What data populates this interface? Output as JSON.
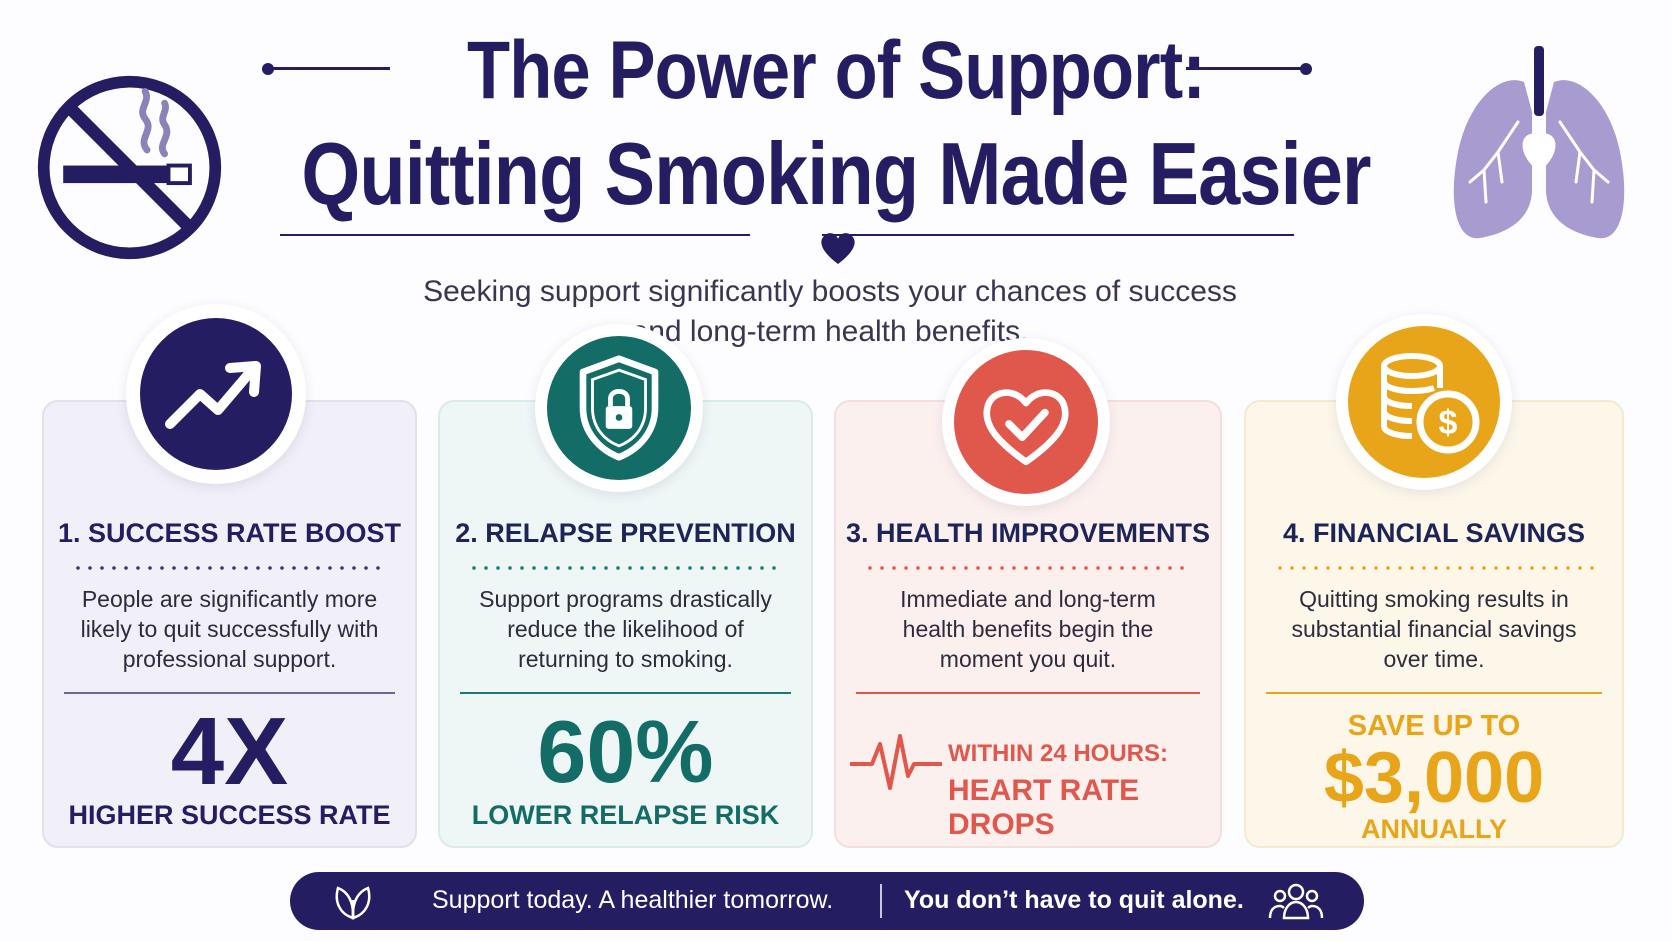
{
  "header": {
    "title_line1": "The Power of Support:",
    "title_line2": "Quitting Smoking Made Easier",
    "subtitle_line1": "Seeking support significantly boosts your chances of success",
    "subtitle_line2": "and long-term health benefits."
  },
  "cards": [
    {
      "title": "1. SUCCESS RATE BOOST",
      "description": [
        "People are significantly more",
        "likely to quit successfully with",
        "professional support."
      ],
      "stat": "4X",
      "stat_label": "HIGHER SUCCESS RATE",
      "icon": "trend-up-icon",
      "color": "#241d62"
    },
    {
      "title": "2. RELAPSE PREVENTION",
      "description": [
        "Support programs drastically",
        "reduce the likelihood of",
        "returning to smoking."
      ],
      "stat": "60%",
      "stat_label": "LOWER RELAPSE RISK",
      "icon": "shield-lock-icon",
      "color": "#136c66"
    },
    {
      "title": "3. HEALTH IMPROVEMENTS",
      "description": [
        "Immediate and long-term",
        "health benefits begin the",
        "moment you quit."
      ],
      "stat_small": "WITHIN 24 HOURS:",
      "stat_label": "HEART RATE DROPS",
      "icon": "heart-check-icon",
      "color": "#e0574c"
    },
    {
      "title": "4. FINANCIAL SAVINGS",
      "description": [
        "Quitting smoking results in",
        "substantial financial savings",
        "over time."
      ],
      "stat_small": "SAVE UP TO",
      "stat": "$3,000",
      "stat_label": "ANNUALLY",
      "icon": "coins-dollar-icon",
      "color": "#e8a51a"
    }
  ],
  "footer": {
    "left_text": "Support today. A healthier tomorrow.",
    "right_text": "You don’t have to quit alone."
  },
  "icons": {
    "header_left": "no-smoking-icon",
    "header_right": "lungs-heart-icon",
    "footer_left": "leaf-icon",
    "footer_right": "people-group-icon"
  }
}
